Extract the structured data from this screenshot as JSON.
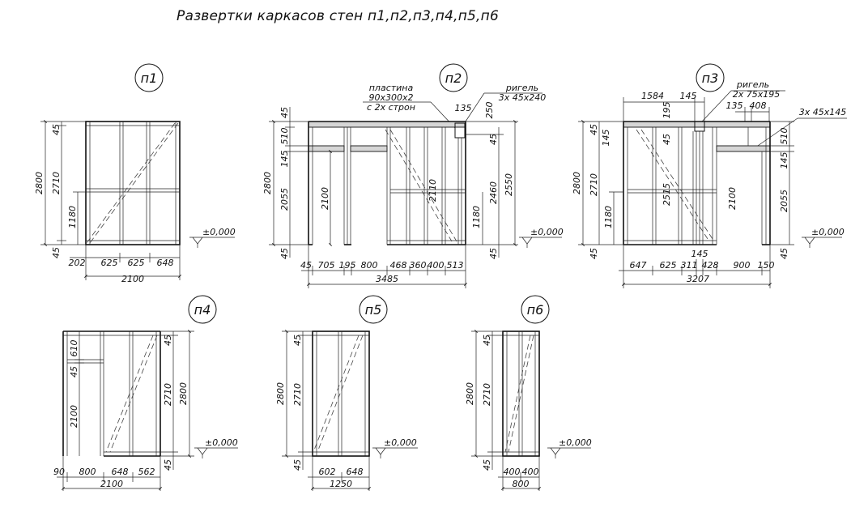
{
  "title": "Развертки каркасов стен п1,п2,п3,п4,п5,п6",
  "level_mark": "±0,000",
  "walls": {
    "p1": {
      "label": "п1",
      "v_dims": [
        "45",
        "2710",
        "1180",
        "45"
      ],
      "v_total": "2800",
      "h_dims": [
        "202",
        "625",
        "625",
        "648"
      ],
      "h_total": "2100"
    },
    "p2": {
      "label": "п2",
      "note_plate": [
        "пластина",
        "90х300х2",
        "с 2х строн"
      ],
      "note_rigel": [
        "ригель",
        "3х 45х240"
      ],
      "dim_135": "135",
      "dim_250": "250",
      "v_left": [
        "45",
        "510",
        "145",
        "2055",
        "45"
      ],
      "v_left_total": "2800",
      "v_opening_1": "2100",
      "v_opening_2": "2110",
      "v_right": [
        "45",
        "2460",
        "1180"
      ],
      "v_right_total": "2550",
      "v_right_bottom": "45",
      "h_dims": [
        "45",
        "705",
        "195",
        "800",
        "468",
        "360",
        "400",
        "513"
      ],
      "h_total": "3485"
    },
    "p3": {
      "label": "п3",
      "note_rigel": [
        "ригель",
        "2х 75х195"
      ],
      "note_3x": "3х 45х145",
      "top_dims": [
        "1584",
        "145",
        "135",
        "408"
      ],
      "dim_195": "195",
      "dim_45_inner": "45",
      "dim_2515": "2515",
      "dim_2100": "2100",
      "v_left": [
        "45",
        "145",
        "2710",
        "1180",
        "45"
      ],
      "v_left_total": "2800",
      "v_right": [
        "510",
        "145",
        "2055",
        "45"
      ],
      "dim_145_bottom": "145",
      "h_dims": [
        "647",
        "625",
        "311",
        "428",
        "900",
        "150"
      ],
      "h_total": "3207"
    },
    "p4": {
      "label": "п4",
      "v_left": [
        "610",
        "45",
        "2100"
      ],
      "v_right": [
        "45",
        "2710",
        "45"
      ],
      "v_total": "2800",
      "h_dims": [
        "90",
        "800",
        "648",
        "562"
      ],
      "h_total": "2100"
    },
    "p5": {
      "label": "п5",
      "v_left": [
        "45",
        "2710",
        "45"
      ],
      "v_total": "2800",
      "h_dims": [
        "602",
        "648"
      ],
      "h_total": "1250"
    },
    "p6": {
      "label": "п6",
      "v_left": [
        "45",
        "2710",
        "45"
      ],
      "v_total": "2800",
      "h_dims": [
        "400",
        "400"
      ],
      "h_total": "800"
    }
  }
}
